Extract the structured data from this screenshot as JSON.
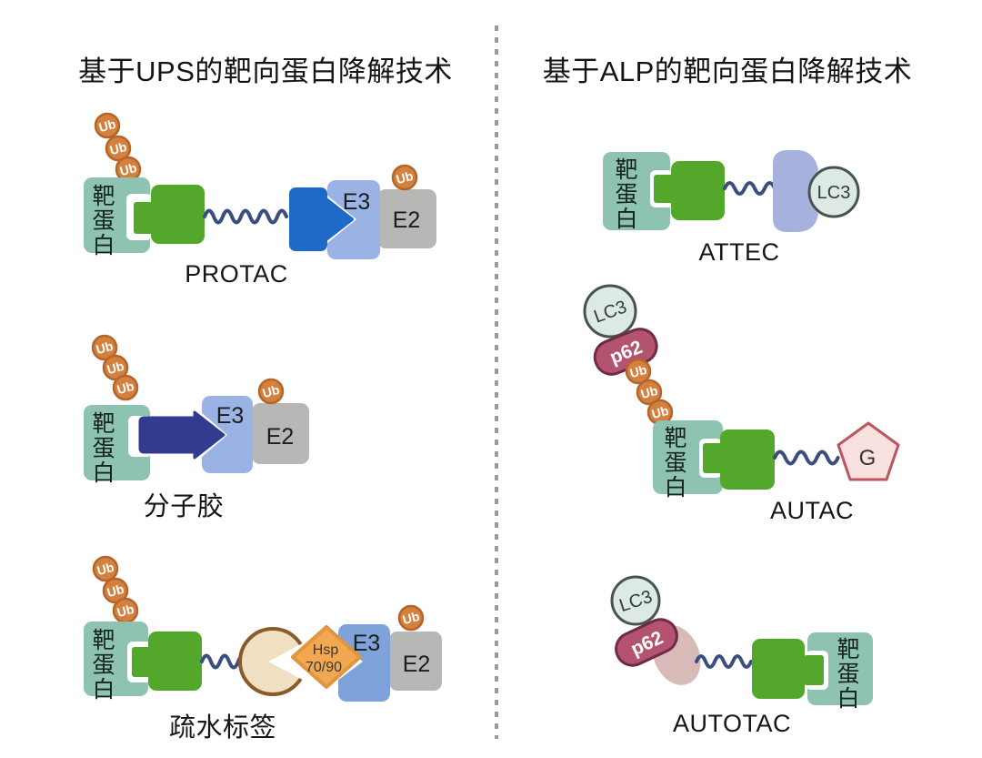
{
  "titles": {
    "left": "基于UPS的靶向蛋白降解技术",
    "right": "基于ALP的靶向蛋白降解技术"
  },
  "labels": {
    "target_protein": "靶蛋白",
    "ub": "Ub",
    "e3": "E3",
    "e2": "E2",
    "lc3": "LC3",
    "p62": "p62",
    "g": "G",
    "hsp_line1": "Hsp",
    "hsp_line2": "70/90"
  },
  "diagrams": {
    "protac": {
      "label": "PROTAC"
    },
    "molecular_glue": {
      "label": "分子胶"
    },
    "hydrophobic_tag": {
      "label": "疏水标签"
    },
    "attec": {
      "label": "ATTEC"
    },
    "autac": {
      "label": "AUTAC"
    },
    "autotac": {
      "label": "AUTOTAC"
    }
  },
  "colors": {
    "target_protein_teal": "#8FC3B1",
    "ligand_green": "#53A82B",
    "linker_navy": "#3A4E80",
    "protac_e3_binder_blue": "#1E6BC7",
    "molecular_glue_indigo": "#333B8F",
    "e3_light_blue": "#9BB3E4",
    "e3_medium_blue": "#7FA2DB",
    "e2_gray": "#B7B7B5",
    "ub_orange": "#D5813E",
    "ub_orange_border": "#B4652B",
    "hsp_diamond_orange": "#F2A851",
    "chaperone_tan": "#F0DFC2",
    "chaperone_tan_border": "#8A5B28",
    "attec_blob_periwinkle": "#A7B1DE",
    "lc3_fill": "#DDE9E3",
    "lc3_border": "#465350",
    "p62_rose": "#B4536F",
    "p62_border": "#6F2B45",
    "autotac_blob_pink": "#D8BBB8",
    "pentagon_pink": "#F9E1E0",
    "pentagon_border": "#BC5560",
    "divider_gray": "#9B9B9B"
  }
}
